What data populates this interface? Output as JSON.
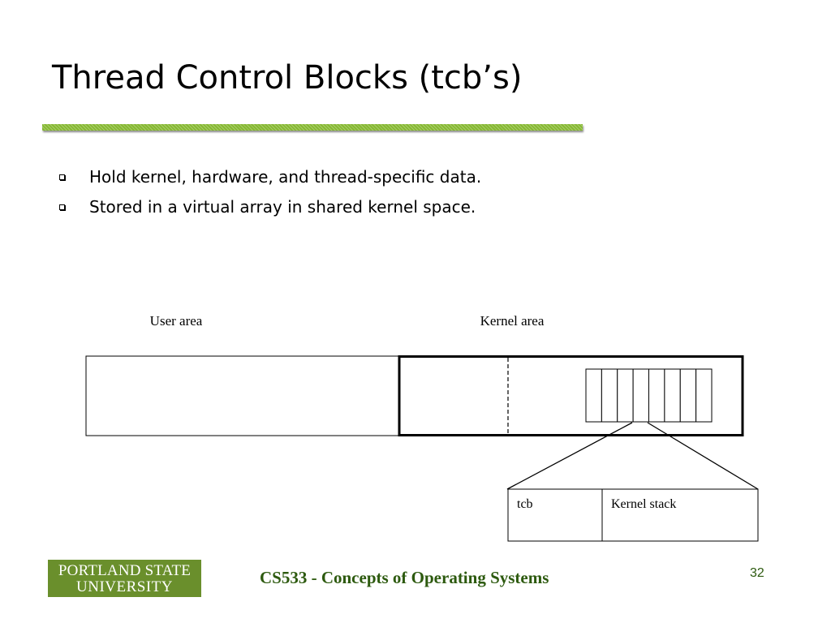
{
  "slide": {
    "title": "Thread Control Blocks (tcb’s)",
    "bullets": [
      "Hold kernel, hardware, and thread-specific data.",
      "Stored in a virtual array in shared kernel space."
    ]
  },
  "diagram": {
    "user_area_label": "User area",
    "kernel_area_label": "Kernel area",
    "tcb_array_slots": 8,
    "detail": {
      "tcb_label": "tcb",
      "stack_label": "Kernel stack"
    }
  },
  "footer": {
    "logo_line1": "PORTLAND STATE",
    "logo_line2": "UNIVERSITY",
    "course": "CS533 - Concepts of Operating Systems",
    "page_number": "32"
  },
  "colors": {
    "accent_green": "#86b832",
    "logo_green": "#6a8f2c",
    "footer_text": "#2d5a0f"
  }
}
